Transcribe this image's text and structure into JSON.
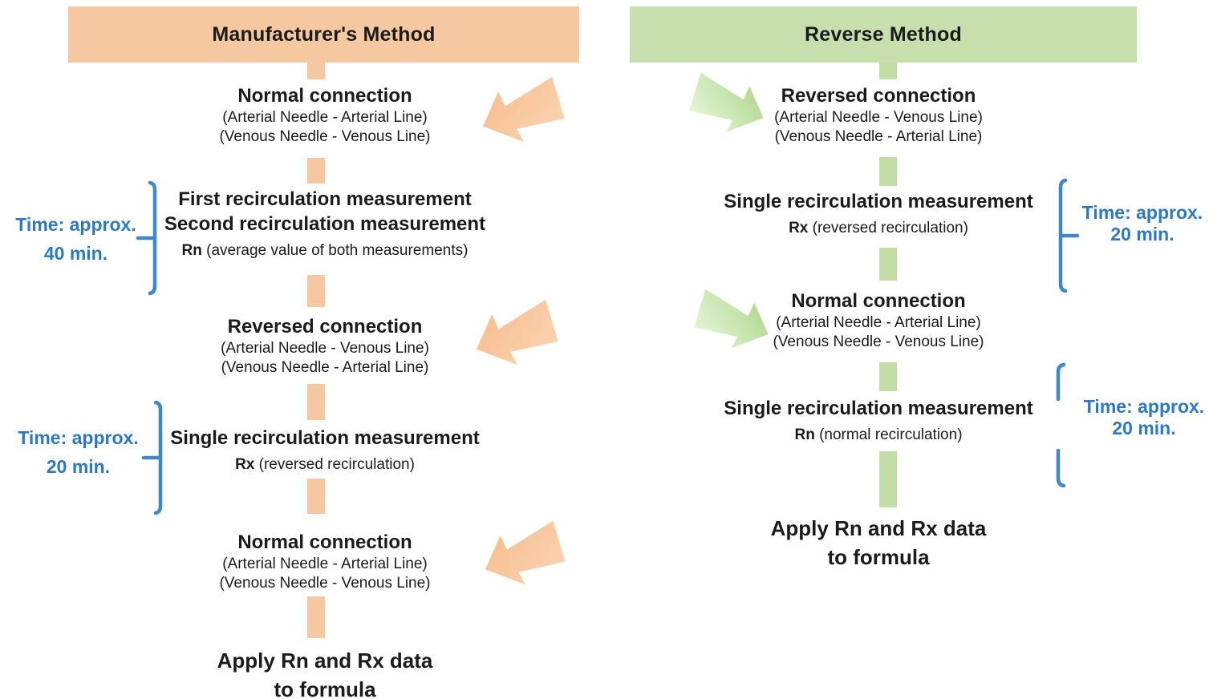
{
  "colors": {
    "orange": "#f6c8a2",
    "green": "#c6dfad",
    "blue_text": "#2e78bd",
    "blue_bracket": "#4186c6"
  },
  "left_column": {
    "header": "Manufacturer's Method",
    "step1": {
      "title": "Normal connection",
      "line1": "(Arterial Needle - Arterial Line)",
      "line2": "(Venous Needle - Venous Line)"
    },
    "step2": {
      "title1": "First recirculation measurement",
      "title2": "Second recirculation measurement",
      "label_bold": "Rn",
      "label_rest": " (average value of both measurements)"
    },
    "step3": {
      "title": "Reversed connection",
      "line1": "(Arterial Needle - Venous Line)",
      "line2": "(Venous Needle - Arterial Line)"
    },
    "step4": {
      "title": "Single recirculation measurement",
      "label_bold": "Rx",
      "label_rest": " (reversed recirculation)"
    },
    "step5": {
      "title": "Normal connection",
      "line1": "(Arterial Needle - Arterial Line)",
      "line2": "(Venous Needle - Venous Line)"
    },
    "final": {
      "line1": "Apply Rn and Rx data",
      "line2": "to formula"
    },
    "time1": {
      "line1": "Time: approx.",
      "line2": "40 min."
    },
    "time2": {
      "line1": "Time: approx.",
      "line2": "20 min."
    }
  },
  "right_column": {
    "header": "Reverse Method",
    "step1": {
      "title": "Reversed connection",
      "line1": "(Arterial Needle - Venous Line)",
      "line2": "(Venous Needle - Arterial Line)"
    },
    "step2": {
      "title": "Single recirculation measurement",
      "label_bold": "Rx",
      "label_rest": " (reversed recirculation)"
    },
    "step3": {
      "title": "Normal connection",
      "line1": "(Arterial Needle - Arterial Line)",
      "line2": "(Venous Needle - Venous Line)"
    },
    "step4": {
      "title": "Single recirculation measurement",
      "label_bold": "Rn",
      "label_rest": " (normal recirculation)"
    },
    "final": {
      "line1": "Apply Rn and Rx data",
      "line2": "to formula"
    },
    "time1": {
      "line1": "Time: approx.",
      "line2": "20 min."
    },
    "time2": {
      "line1": "Time: approx.",
      "line2": "20 min."
    }
  }
}
